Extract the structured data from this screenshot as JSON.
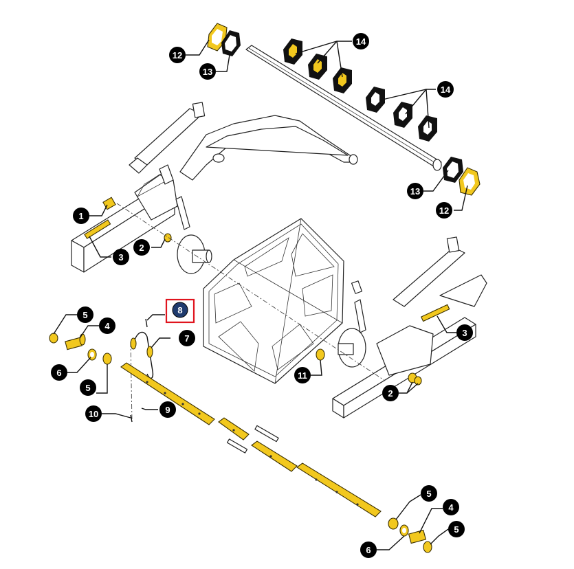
{
  "diagram": {
    "callouts": [
      {
        "id": "c12a",
        "label": "12"
      },
      {
        "id": "c13a",
        "label": "13"
      },
      {
        "id": "c14a",
        "label": "14"
      },
      {
        "id": "c14b",
        "label": "14"
      },
      {
        "id": "c13b",
        "label": "13"
      },
      {
        "id": "c12b",
        "label": "12"
      },
      {
        "id": "c1",
        "label": "1"
      },
      {
        "id": "c2a",
        "label": "2"
      },
      {
        "id": "c3a",
        "label": "3"
      },
      {
        "id": "c8",
        "label": "8"
      },
      {
        "id": "c5a",
        "label": "5"
      },
      {
        "id": "c4a",
        "label": "4"
      },
      {
        "id": "c7",
        "label": "7"
      },
      {
        "id": "c6a",
        "label": "6"
      },
      {
        "id": "c5b",
        "label": "5"
      },
      {
        "id": "c11",
        "label": "11"
      },
      {
        "id": "c3b",
        "label": "3"
      },
      {
        "id": "c2b",
        "label": "2"
      },
      {
        "id": "c10",
        "label": "10"
      },
      {
        "id": "c9",
        "label": "9"
      },
      {
        "id": "c5c",
        "label": "5"
      },
      {
        "id": "c4b",
        "label": "4"
      },
      {
        "id": "c5d",
        "label": "5"
      },
      {
        "id": "c6b",
        "label": "6"
      }
    ],
    "colors": {
      "highlight_part": "#f2c81e",
      "callout_fill": "#000000",
      "selected_callout_fill": "#1f3b6e",
      "selection_box": "#e0141e"
    },
    "selected_callout": "8"
  }
}
